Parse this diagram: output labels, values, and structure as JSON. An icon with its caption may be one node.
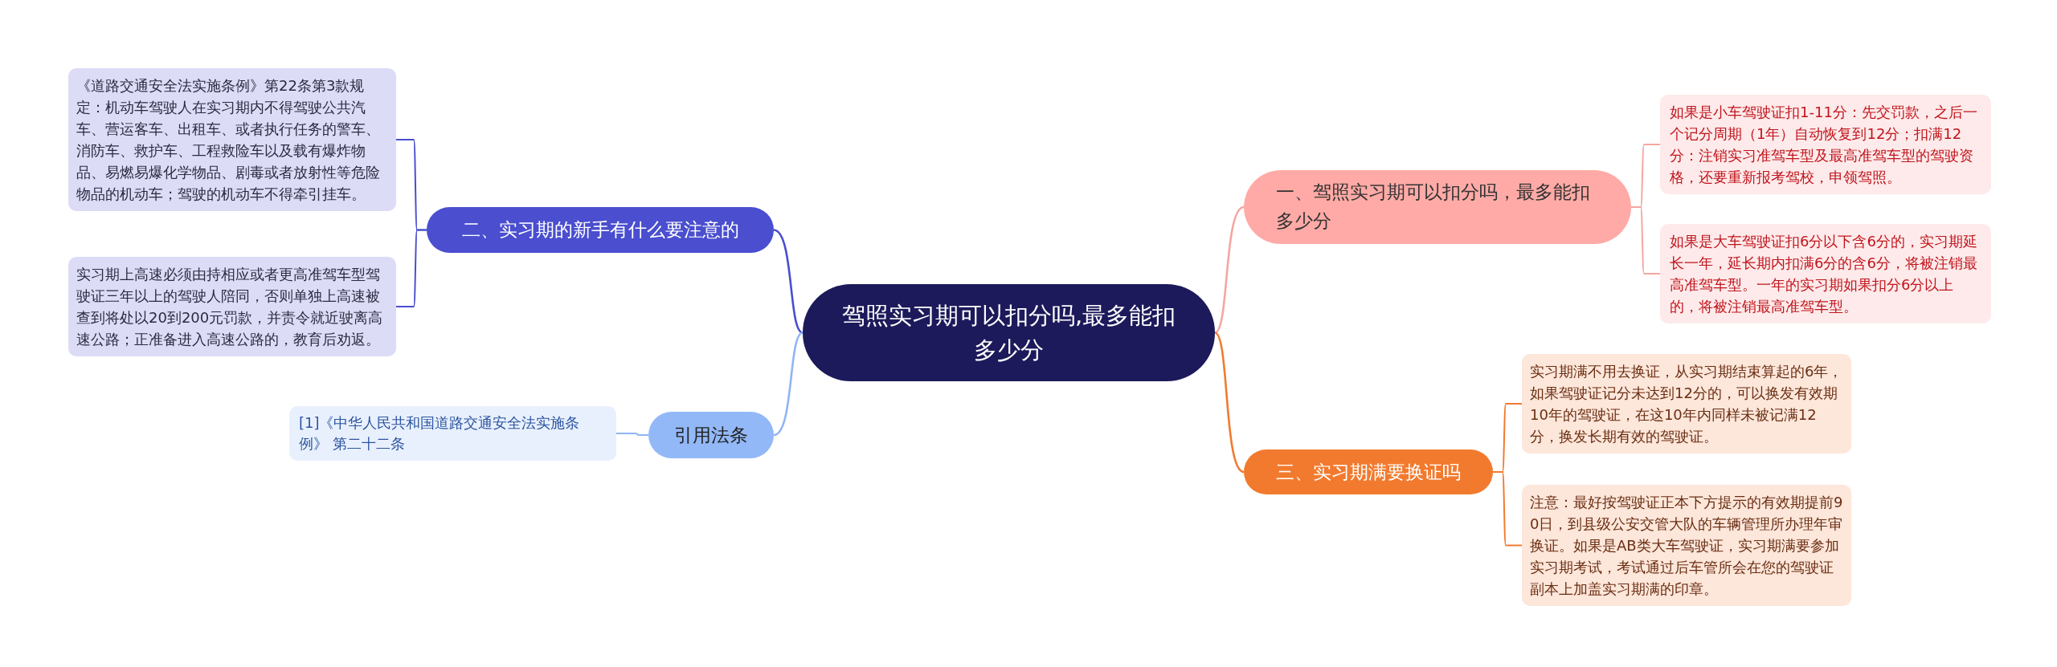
{
  "diagram": {
    "nodes": [
      {
        "text": [
          "驾照实习期可以扣分吗,最多能扣多少分"
        ]
      },
      {
        "text": [
          "一、驾照实习期可以扣分吗，最多能扣多少分"
        ]
      },
      {
        "text": [
          "如果是小车驾驶证扣1-11分：先交罚款，之后一个记分周期（1年）自动恢复到12分；扣满12分：注销实习准驾车型及最高准驾车型的驾驶资格，还要重新报考驾校，申领驾照。"
        ]
      },
      {
        "text": [
          "如果是大车驾驶证扣6分以下含6分的，实习期延长一年，延长期内扣满6分的含6分，将被注销最高准驾车型。一年的实习期如果扣分6分以上的，将被注销最高准驾车型。"
        ]
      },
      {
        "text": [
          "二、实习期的新手有什么要注意的"
        ]
      },
      {
        "text": [
          "《道路交通安全法实施条例》第22条第3款规定：机动车驾驶人在实习期内不得驾驶公共汽车、营运客车、出租车、或者执行任务的警车、消防车、救护车、工程救险车以及载有爆炸物品、易燃易爆化学物品、剧毒或者放射性等危险物品的机动车；驾驶的机动车不得牵引挂车。"
        ]
      },
      {
        "text": [
          "实习期上高速必须由持相应或者更高准驾车型驾驶证三年以上的驾驶人陪同，否则单独上高速被查到将处以20到200元罚款，并责令就近驶离高速公路；正准备进入高速公路的，教育后劝返。"
        ]
      },
      {
        "text": [
          "引用法条"
        ]
      },
      {
        "text": [
          "[1]《中华人民共和国道路交通安全法实施条例》 第二十二条"
        ]
      },
      {
        "text": [
          "三、实习期满要换证吗"
        ]
      },
      {
        "text": [
          "实习期满不用去换证，从实习期结束算起的6年，如果驾驶证记分未达到12分的，可以换发有效期10年的驾驶证，在这10年内同样未被记满12分，换发长期有效的驾驶证。"
        ]
      },
      {
        "text": [
          "注意：最好按驾驶证正本下方提示的有效期提前90日，到县级公安交管大队的车辆管理所办理年审换证。如果是AB类大车驾驶证，实习期满要参加实习期考试，考试通过后车管所会在您的驾驶证副本上加盖实习期满的印章。"
        ]
      }
    ],
    "edges": [
      {
        "from": 0,
        "to": 1,
        "arrow": "none",
        "color": "#f4a6a2"
      },
      {
        "from": 1,
        "to": 2,
        "arrow": "none",
        "color": "#f4a6a2"
      },
      {
        "from": 1,
        "to": 3,
        "arrow": "none",
        "color": "#f4a6a2"
      },
      {
        "from": 0,
        "to": 4,
        "arrow": "none",
        "color": "#4a4ecf"
      },
      {
        "from": 4,
        "to": 5,
        "arrow": "none",
        "color": "#4a4ecf"
      },
      {
        "from": 4,
        "to": 6,
        "arrow": "none",
        "color": "#4a4ecf"
      },
      {
        "from": 0,
        "to": 7,
        "arrow": "none",
        "color": "#8fb5f5"
      },
      {
        "from": 7,
        "to": 8,
        "arrow": "none",
        "color": "#8fb5f5"
      },
      {
        "from": 0,
        "to": 9,
        "arrow": "none",
        "color": "#f27a2e"
      },
      {
        "from": 9,
        "to": 10,
        "arrow": "none",
        "color": "#f27a2e"
      },
      {
        "from": 9,
        "to": 11,
        "arrow": "none",
        "color": "#f27a2e"
      }
    ]
  }
}
